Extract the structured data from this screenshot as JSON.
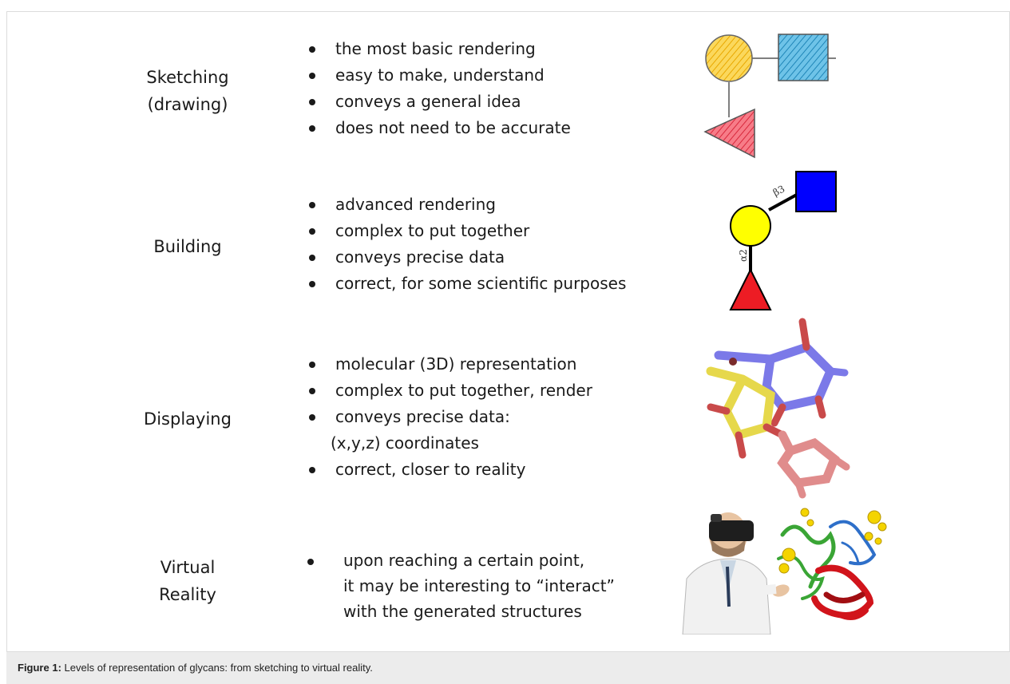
{
  "rows": [
    {
      "label_line1": "Sketching",
      "label_line2": "(drawing)",
      "bullets": [
        "the most basic rendering",
        "easy to make, understand",
        "conveys a general idea",
        "does not need to be accurate"
      ],
      "image": "sketched-glycan-icon"
    },
    {
      "label_line1": "Building",
      "bullets": [
        "advanced rendering",
        "complex to put together",
        "conveys precise data",
        "correct, for some scientific purposes"
      ],
      "image": "snfg-glycan-symbol-icon",
      "linkage_labels": [
        "β3",
        "α2"
      ]
    },
    {
      "label_line1": "Displaying",
      "bullets": [
        "molecular (3D) representation",
        "complex to put together, render",
        "conveys precise data:",
        "(x,y,z) coordinates",
        "correct, closer to reality"
      ],
      "image": "3d-molecule-stick-icon"
    },
    {
      "label_line1": "Virtual",
      "label_line2": "Reality",
      "bullet_lines": [
        "upon reaching a certain point,",
        "it may be interesting to “interact”",
        "with the generated structures"
      ],
      "image": "vr-scientist-protein-icon"
    }
  ],
  "colors": {
    "galactose_yellow": "#ffff00",
    "glcnac_blue": "#0000ff",
    "fucose_red": "#ed1c24",
    "sketch_yellow": "#f7c531",
    "sketch_blue": "#3fa7d6",
    "sketch_red": "#ee4a5a"
  },
  "caption": {
    "label": "Figure 1:",
    "text": " Levels of representation of glycans: from sketching to virtual reality."
  }
}
